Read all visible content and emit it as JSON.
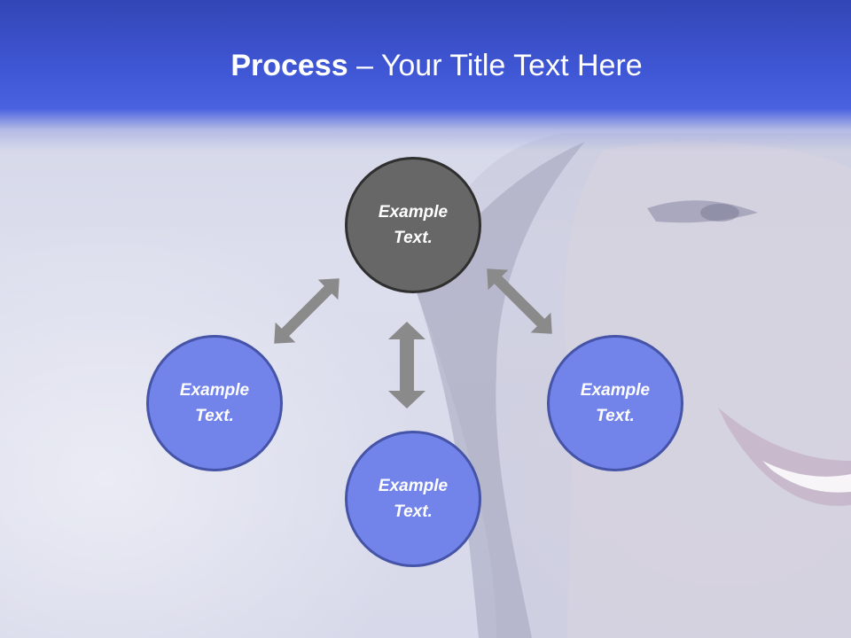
{
  "slide": {
    "title_bold": "Process",
    "title_rest": " – Your Title Text Here"
  },
  "diagram": {
    "center": {
      "text": "Example\nText.",
      "color": "#676767"
    },
    "nodes": [
      {
        "id": "left",
        "text": "Example\nText."
      },
      {
        "id": "bottom",
        "text": "Example\nText."
      },
      {
        "id": "right",
        "text": "Example\nText."
      }
    ],
    "node_color": "#7283ea",
    "arrow_color": "#8a8a8a",
    "arrows": [
      "double-arrow-top-left",
      "double-arrow-vertical",
      "double-arrow-top-right"
    ]
  },
  "colors": {
    "header": "#3f56d4",
    "background": "#d7d9ea"
  }
}
